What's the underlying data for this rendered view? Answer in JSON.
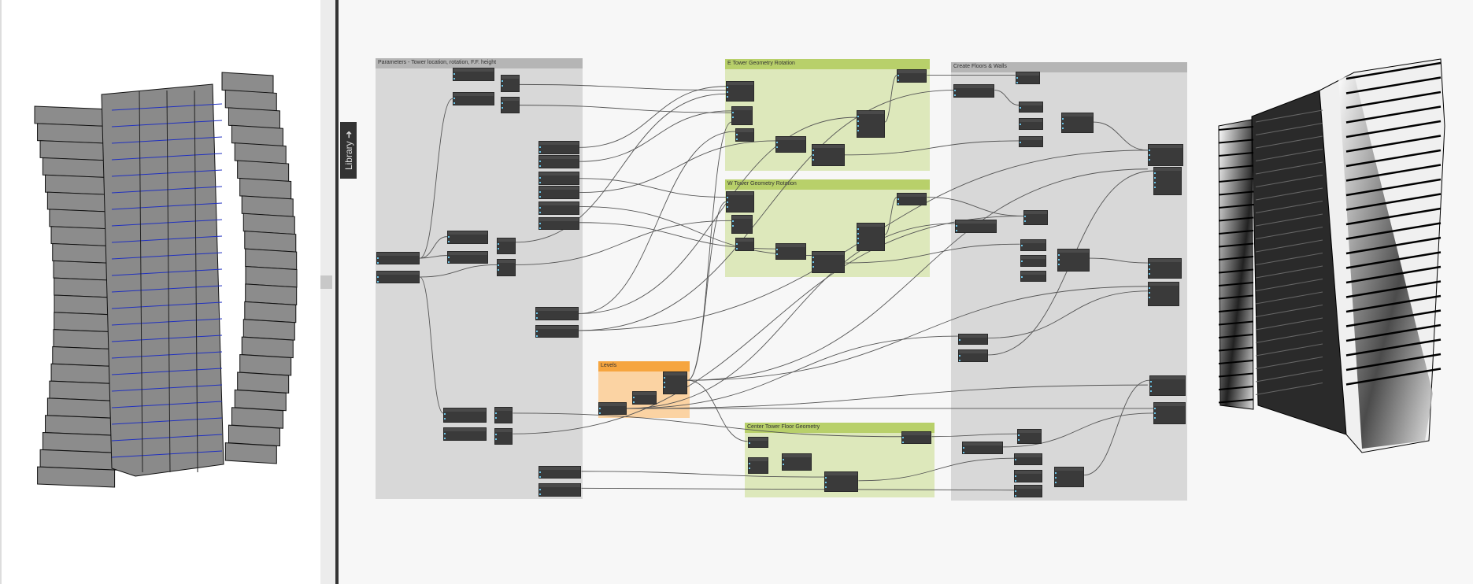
{
  "library": {
    "label": "Library ➜"
  },
  "groups": {
    "parameters": "Parameters - Tower location, rotation, F.F. height",
    "e_tower": "E Tower Geometry Rotation",
    "w_tower": "W Tower Geometry Rotation",
    "levels": "Levels",
    "center_tower": "Center Tower Floor Geometry",
    "floors_walls": "Create Floors & Walls"
  },
  "colors": {
    "group_gray": "#d8d8d8",
    "group_green": "#dde8bb",
    "group_orange": "#fbd3a3",
    "node": "#3a3a3a",
    "port": "#6bc3e6"
  }
}
